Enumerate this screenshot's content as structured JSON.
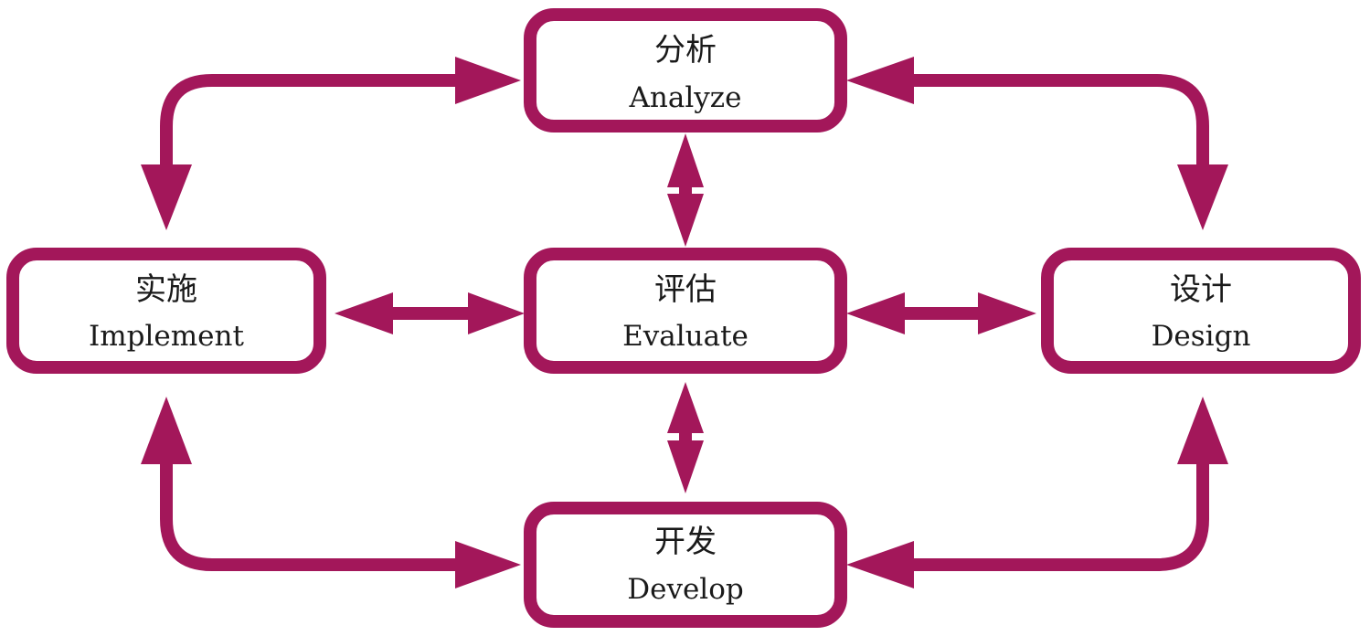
{
  "colors": {
    "accent": "#a3175a",
    "box_fill": "#ffffff",
    "text": "#1a1a1a"
  },
  "nodes": {
    "analyze": {
      "zh": "分析",
      "en": "Analyze"
    },
    "implement": {
      "zh": "实施",
      "en": "Implement"
    },
    "evaluate": {
      "zh": "评估",
      "en": "Evaluate"
    },
    "design": {
      "zh": "设计",
      "en": "Design"
    },
    "develop": {
      "zh": "开发",
      "en": "Develop"
    }
  }
}
